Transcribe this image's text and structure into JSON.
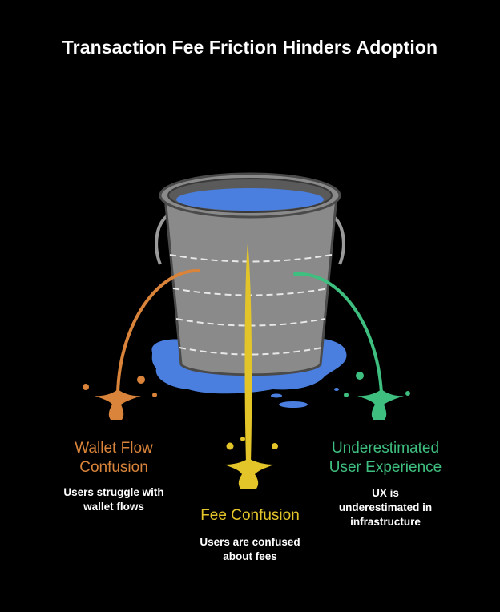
{
  "title": "Transaction Fee Friction Hinders Adoption",
  "colors": {
    "background": "#000000",
    "bucket": "#8a8a8a",
    "bucket_outline": "#4a4a4a",
    "water": "#4a7fe0",
    "wallet": "#d9843a",
    "fee": "#e3c52a",
    "ux": "#3fbf7f"
  },
  "leaks": [
    {
      "title_line1": "Wallet Flow",
      "title_line2": "Confusion",
      "desc_line1": "Users struggle with",
      "desc_line2": "wallet flows",
      "color": "#d9843a"
    },
    {
      "title_line1": "Fee Confusion",
      "desc_line1": "Users are confused",
      "desc_line2": "about fees",
      "color": "#e3c52a"
    },
    {
      "title_line1": "Underestimated",
      "title_line2": "User Experience",
      "desc_line1": "UX is",
      "desc_line2": "underestimated in",
      "desc_line3": "infrastructure",
      "color": "#3fbf7f"
    }
  ]
}
